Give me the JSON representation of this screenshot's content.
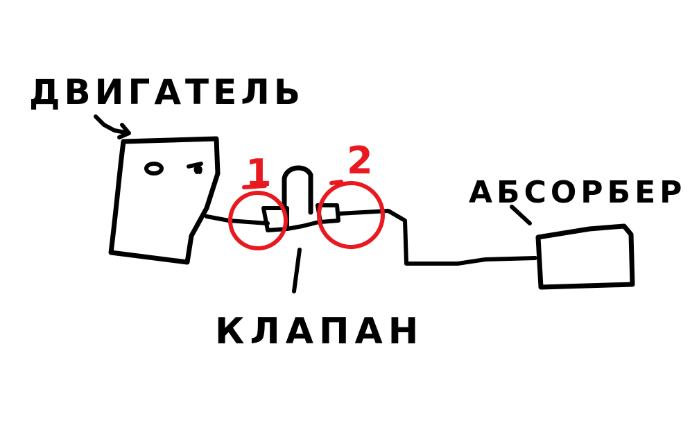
{
  "labels": {
    "engine": "ДВИГАТЕЛЬ",
    "absorber": "АБСОРБЕР",
    "valve": "КЛАПАН",
    "marker_1": "1",
    "marker_2": "2"
  },
  "colors": {
    "ink": "#000000",
    "marker": "#e8191f",
    "background": "#ffffff"
  }
}
